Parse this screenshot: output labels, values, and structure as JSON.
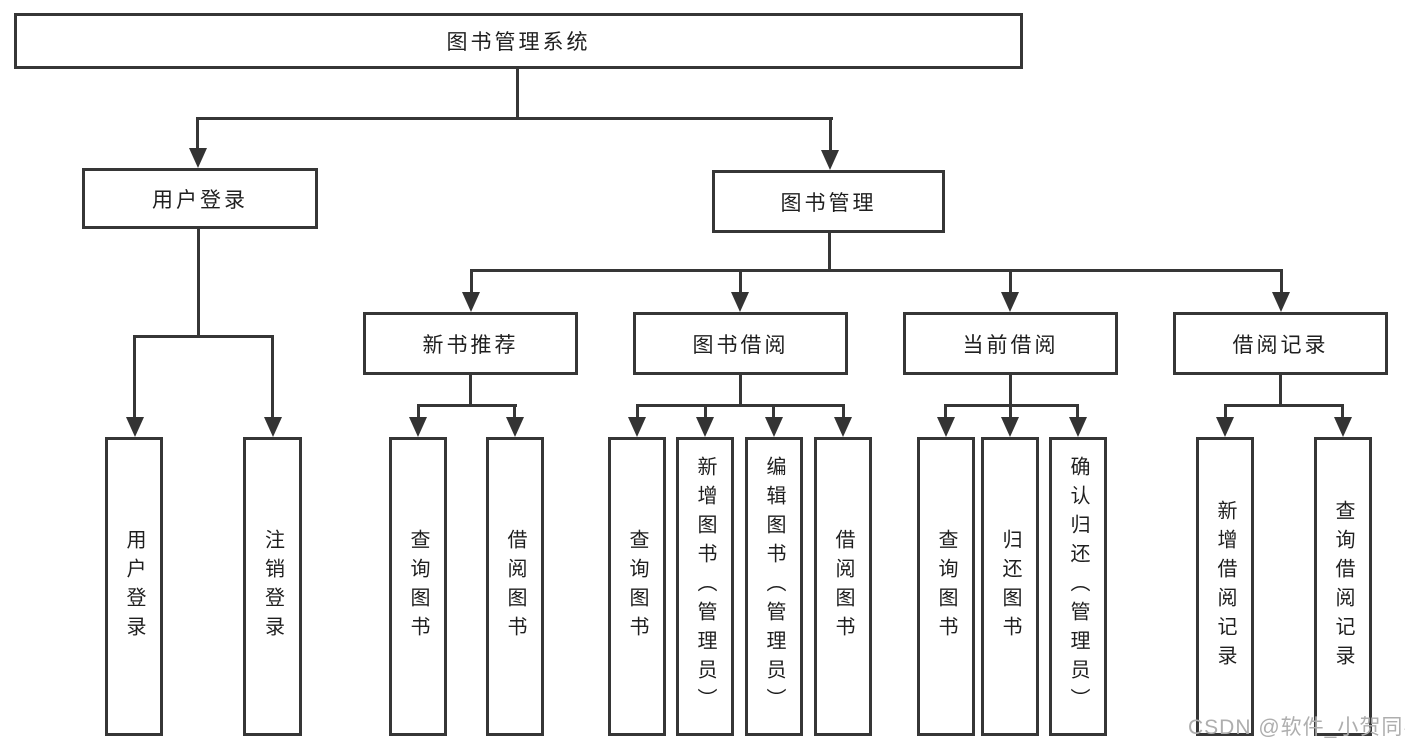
{
  "colors": {
    "line": "#363636",
    "box_border": "#363636",
    "text": "#1f1f1f",
    "watermark": "#aeaeae",
    "background": "#ffffff"
  },
  "tree": {
    "root": {
      "label": "图书管理系统"
    },
    "level2": [
      {
        "label": "用户登录"
      },
      {
        "label": "图书管理"
      }
    ],
    "level3": [
      {
        "label": "新书推荐"
      },
      {
        "label": "图书借阅"
      },
      {
        "label": "当前借阅"
      },
      {
        "label": "借阅记录"
      }
    ],
    "leaves": {
      "user_login": [
        "用户登录",
        "注销登录"
      ],
      "new_book_rec": [
        "查询图书",
        "借阅图书"
      ],
      "book_borrow": [
        "查询图书",
        "新增图书（管理员）",
        "编辑图书（管理员）",
        "借阅图书"
      ],
      "current_borrow": [
        "查询图书",
        "归还图书",
        "确认归还（管理员）"
      ],
      "borrow_records": [
        "新增借阅记录",
        "查询借阅记录"
      ]
    }
  },
  "watermark": {
    "text": "CSDN @软件_小贺同学"
  }
}
